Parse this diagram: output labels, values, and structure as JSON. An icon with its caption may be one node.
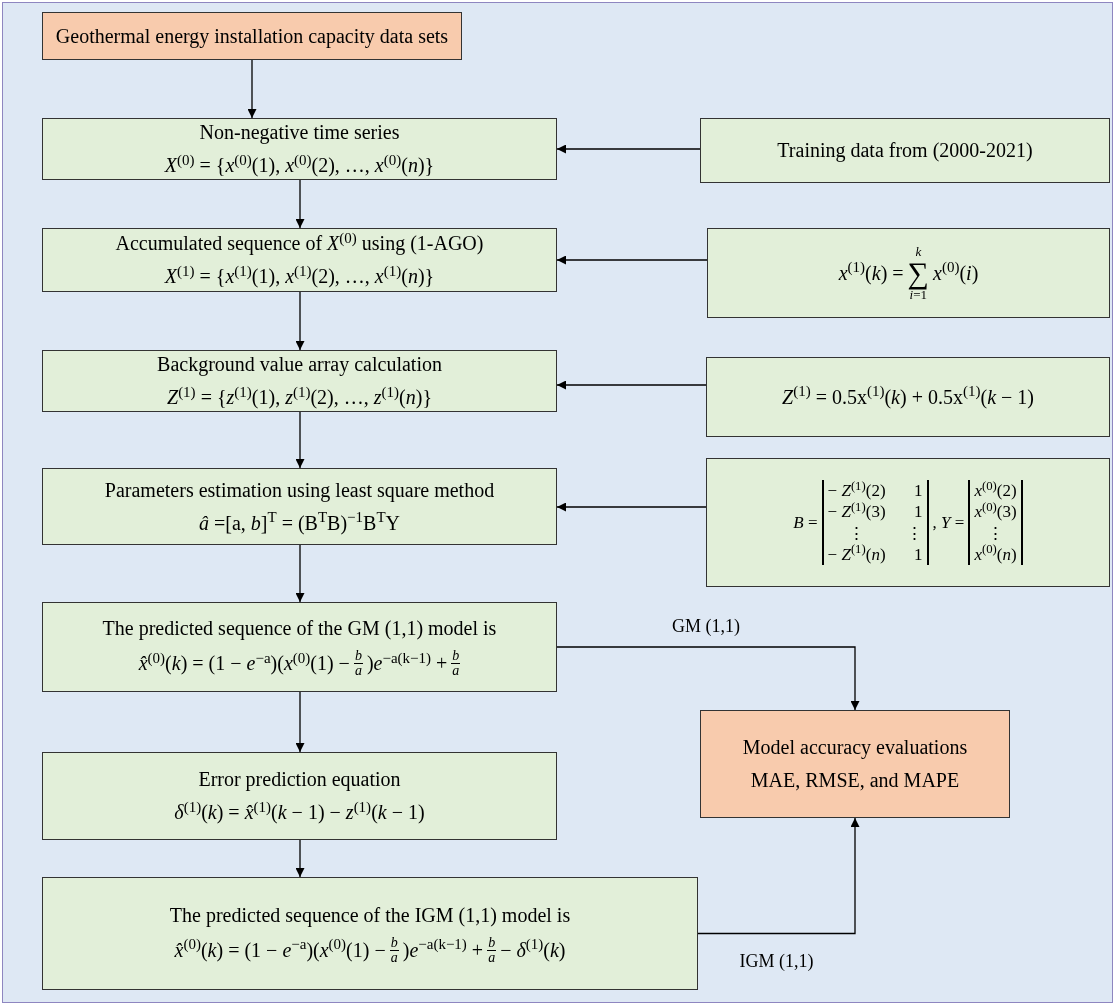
{
  "diagram": {
    "nodes": [
      {
        "text": [
          "Geothermal energy installation capacity data sets"
        ]
      },
      {
        "text": [
          "Non-negative time series",
          "*X*$^{(0)}$ = {*x*$^{(0)}$(1), *x*$^{(0)}$(2), …, *x*$^{(0)}$(*n*)}"
        ]
      },
      {
        "text": [
          "Training data from (2000-2021)"
        ]
      },
      {
        "text": [
          "Accumulated sequence of *X*$^{(0)}$ using (1-AGO)",
          "*X*$^{(1)}$ = {*x*$^{(1)}$(1), *x*$^{(1)}$(2), …, *x*$^{(1)}$(*n*)}"
        ]
      },
      {
        "text": [
          "*x*$^{(1)}$(*k*) =",
          "*k*",
          "∑",
          "*i*=1",
          "*x*$^{(0)}$(*i*)"
        ]
      },
      {
        "text": [
          "Background value array calculation",
          "*Z*$^{(1)}$ = {*z*$^{(1)}$(1), *z*$^{(1)}$(2), …, *z*$^{(1)}$(*n*)}"
        ]
      },
      {
        "text": [
          "*Z*$^{(1)}$ = 0.5x$^{(1)}$(*k*) + 0.5x$^{(1)}$(*k* − 1)"
        ]
      },
      {
        "text": [
          "Parameters estimation using least square method",
          "*â* =[a, *b*]$^{T}$ = (B$^{T}$B)$^{−1}$B$^{T}$Y"
        ]
      },
      {
        "text": [
          "*B* =",
          "− *Z*$^{(1)}$(2)",
          "1",
          "− *Z*$^{(1)}$(3)",
          "1",
          "⋮",
          "⋮",
          "− *Z*$^{(1)}$(*n*)",
          "1",
          ", *Y* =",
          "*x*$^{(0)}$(2)",
          "*x*$^{(0)}$(3)",
          "⋮",
          "*x*$^{(0)}$(*n*)"
        ]
      },
      {
        "text": [
          "The predicted sequence of the GM (1,1) model is",
          "*x̂*$^{(0)}$(*k*) = (1 − *e*$^{−a}$)(*x*$^{(0)}$(1) −",
          "*b*",
          "*a*",
          ")*e*$^{−a(k−1)}$ +",
          "*b*",
          "*a*"
        ]
      },
      {
        "text": [
          "Error prediction equation",
          "*δ*$^{(1)}$(*k*) = *x̂*$^{(1)}$(*k* − 1) − *z*$^{(1)}$(*k* − 1)"
        ]
      },
      {
        "text": [
          "The predicted sequence of the IGM (1,1) model is",
          "*x̂*$^{(0)}$(*k*) = (1 − *e*$^{−a}$)(*x*$^{(0)}$(1) −",
          "*b*",
          "*a*",
          ")*e*$^{−a(k−1)}$ +",
          "*b*",
          "*a*",
          "− *δ*$^{(1)}$(*k*)"
        ]
      },
      {
        "text": [
          "Model accuracy evaluations",
          "MAE, RMSE, and MAPE"
        ]
      }
    ],
    "edges": [
      {
        "from": 0,
        "to": 1,
        "arrow": "to"
      },
      {
        "from": 2,
        "to": 1,
        "arrow": "to"
      },
      {
        "from": 1,
        "to": 3,
        "arrow": "to"
      },
      {
        "from": 4,
        "to": 3,
        "arrow": "to"
      },
      {
        "from": 3,
        "to": 5,
        "arrow": "to"
      },
      {
        "from": 6,
        "to": 5,
        "arrow": "to"
      },
      {
        "from": 5,
        "to": 7,
        "arrow": "to"
      },
      {
        "from": 8,
        "to": 7,
        "arrow": "to"
      },
      {
        "from": 7,
        "to": 9,
        "arrow": "to"
      },
      {
        "from": 9,
        "to": 12,
        "arrow": "to",
        "label": "GM (1,1)"
      },
      {
        "from": 9,
        "to": 10,
        "arrow": "to"
      },
      {
        "from": 10,
        "to": 11,
        "arrow": "to"
      },
      {
        "from": 11,
        "to": 12,
        "arrow": "to",
        "label": "IGM (1,1)"
      }
    ]
  }
}
